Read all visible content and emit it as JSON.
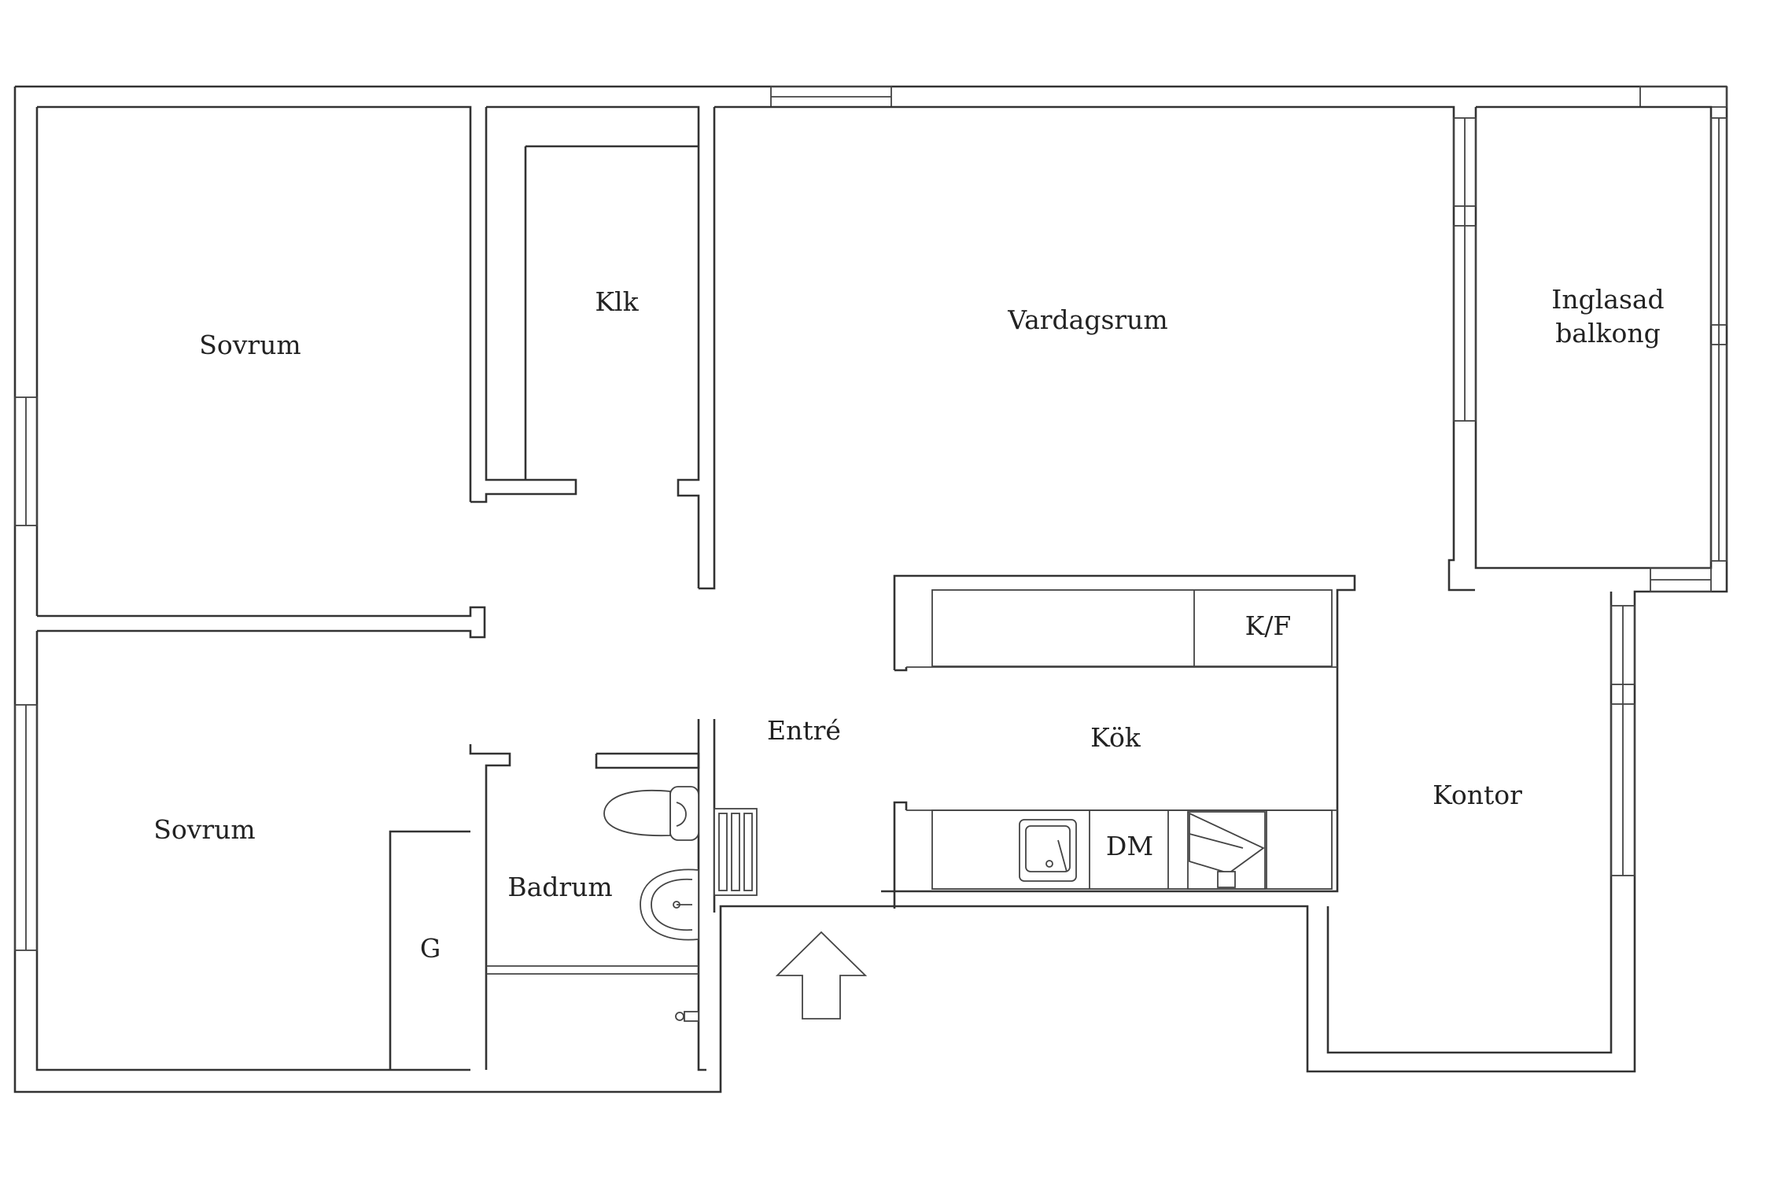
{
  "rooms": {
    "sovrum_upper": "Sovrum",
    "klk": "Klk",
    "vardagsrum": "Vardagsrum",
    "balkong_line1": "Inglasad",
    "balkong_line2": "balkong",
    "sovrum_lower": "Sovrum",
    "entre": "Entré",
    "kok": "Kök",
    "kf": "K/F",
    "dm": "DM",
    "badrum": "Badrum",
    "g": "G",
    "kontor": "Kontor"
  },
  "colors": {
    "line": "#333333",
    "background": "#ffffff"
  },
  "icons": [
    "entrance-arrow-icon",
    "toilet-icon",
    "washbasin-icon",
    "kitchen-sink-icon",
    "stove-hood-icon",
    "radiator-icon",
    "shower-mixer-icon"
  ]
}
